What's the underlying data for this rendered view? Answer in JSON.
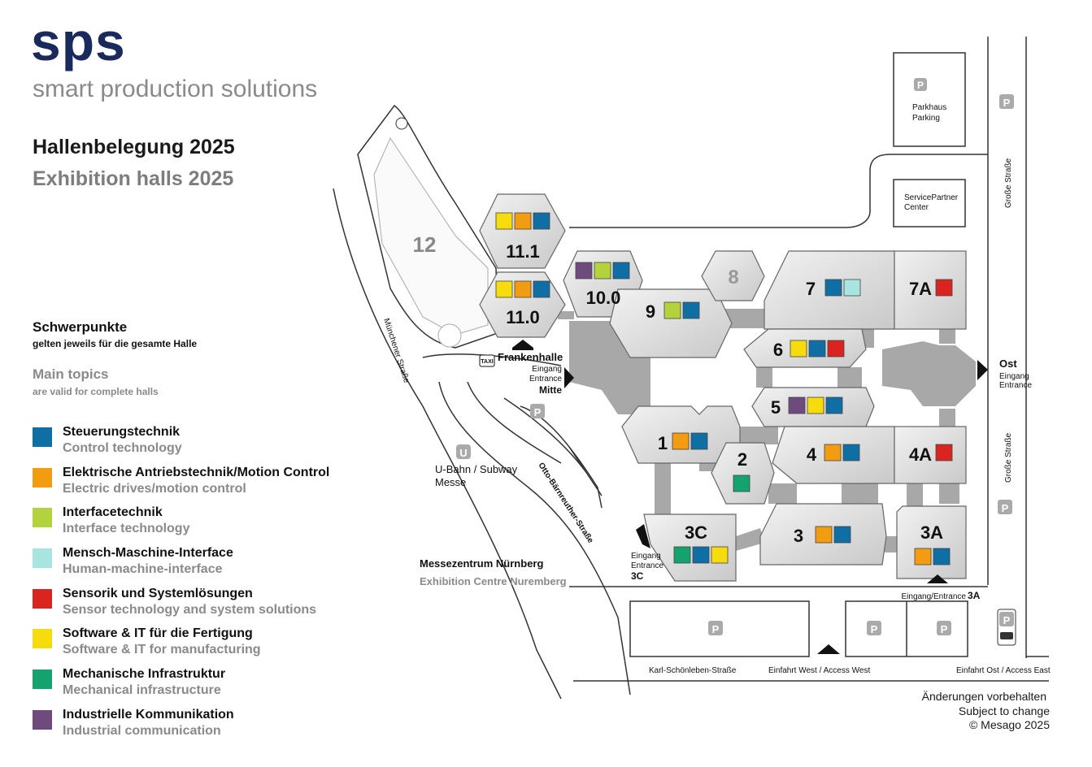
{
  "brand": {
    "logo": "sps",
    "tagline": "smart production solutions"
  },
  "title": {
    "de": "Hallenbelegung 2025",
    "en": "Exhibition halls 2025"
  },
  "topics_header": {
    "de_title": "Schwerpunkte",
    "de_sub": "gelten jeweils für die gesamte Halle",
    "en_title": "Main topics",
    "en_sub": "are valid for complete halls"
  },
  "legend": [
    {
      "de": "Steuerungstechnik",
      "en": "Control technology",
      "color": "#0f6ea3"
    },
    {
      "de": "Elektrische Antriebstechnik/Motion Control",
      "en": "Electric drives/motion control",
      "color": "#f29c11"
    },
    {
      "de": "Interfacetechnik",
      "en": "Interface technology",
      "color": "#b4d23c"
    },
    {
      "de": "Mensch-Maschine-Interface",
      "en": "Human-machine-interface",
      "color": "#a8e4e0"
    },
    {
      "de": "Sensorik und Systemlösungen",
      "en": "Sensor technology and system solutions",
      "color": "#d9241f"
    },
    {
      "de": "Software & IT für die Fertigung",
      "en": "Software & IT for manufacturing",
      "color": "#f6dc0c"
    },
    {
      "de": "Mechanische Infrastruktur",
      "en": "Mechanical infrastructure",
      "color": "#14a26e"
    },
    {
      "de": "Industrielle Kommunikation",
      "en": "Industrial communication",
      "color": "#6f4a7d"
    }
  ],
  "halls": {
    "h12": "12",
    "h11_1": "11.1",
    "h11_0": "11.0",
    "h10_0": "10.0",
    "h9": "9",
    "h8": "8",
    "h7": "7",
    "h7a": "7A",
    "h6": "6",
    "h5": "5",
    "h1": "1",
    "h2": "2",
    "h4": "4",
    "h4a": "4A",
    "h3c": "3C",
    "h3": "3",
    "h3a": "3A"
  },
  "labels": {
    "parkhaus_de": "Parkhaus",
    "parkhaus_en": "Parking",
    "service_1": "ServicePartner",
    "service_2": "Center",
    "frankenhalle": "Frankenhalle",
    "eingang": "Eingang",
    "entrance": "Entrance",
    "mitte": "Mitte",
    "ost": "Ost",
    "ubahn": "U-Bahn / Subway",
    "messe": "Messe",
    "eingang_3c_code": "3C",
    "eingang_3a": "Eingang/Entrance",
    "eingang_3a_code": "3A",
    "centre_de": "Messezentrum Nürnberg",
    "centre_en": "Exhibition Centre Nuremberg",
    "muenchener": "Münchener Straße",
    "otto": "Otto-Bärnreuther-Straße",
    "grosse_1": "Große Straße",
    "grosse_2": "Große Straße",
    "karl": "Karl-Schönleben-Straße",
    "einfahrt_west": "Einfahrt West / Access West",
    "einfahrt_ost": "Einfahrt Ost / Access East",
    "taxi": "TAXI",
    "p": "P",
    "u": "U"
  },
  "footer": {
    "line1": "Änderungen vorbehalten",
    "line2": "Subject to change",
    "line3": "© Mesago 2025"
  }
}
